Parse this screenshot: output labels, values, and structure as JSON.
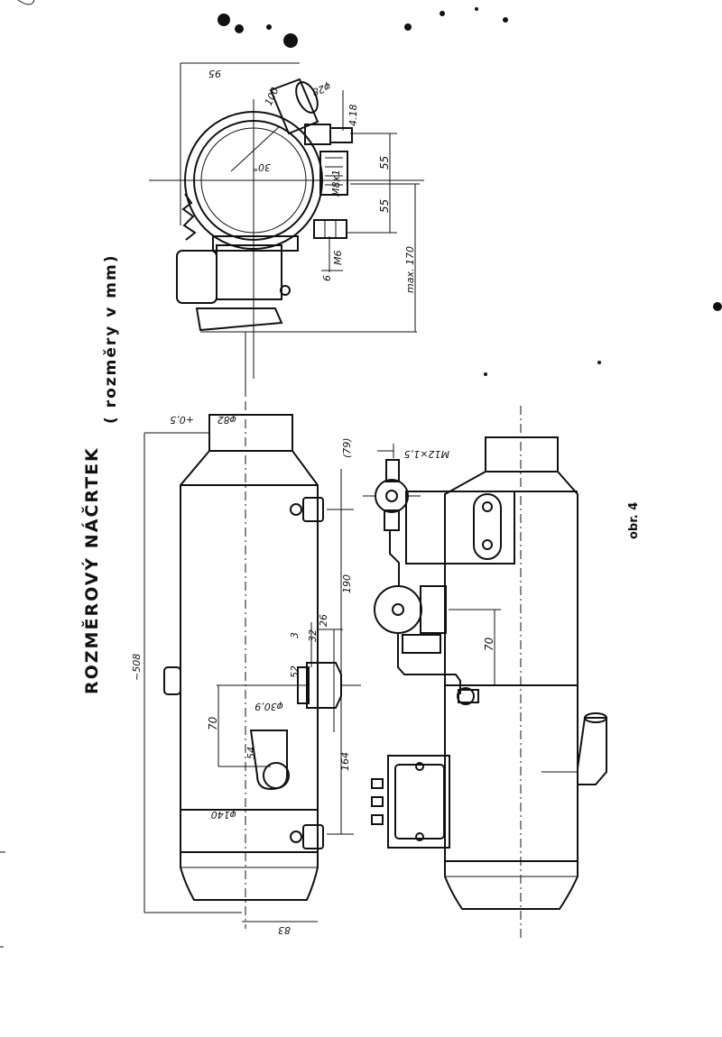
{
  "document": {
    "title": "ROZMĚROVÝ NÁČRTEK",
    "subtitle": "( rozměry v mm)",
    "figure_label": "obr. 4"
  },
  "dimensions": {
    "d_95": "95",
    "d_28": "φ28",
    "d_100": "100",
    "d_4_18": "4.18",
    "d_30": "30°",
    "d_55_a": "55",
    "d_55_b": "55",
    "d_m6": "M6",
    "d_6": "6",
    "d_max170": "max. 170",
    "d_m8x1": "M8x1",
    "d_phi82": "φ82",
    "d_tol": "+0,5",
    "d_79": "(79)",
    "d_m12": "M12×1,5",
    "d_190": "190",
    "d_3": "3",
    "d_26": "26",
    "d_32": "32",
    "d_508": "~508",
    "d_52": "52",
    "d_70_left": "70",
    "d_30_9": "φ30,9",
    "d_54": "54",
    "d_164": "164",
    "d_140": "φ140",
    "d_83": "83",
    "d_70_right": "70"
  }
}
